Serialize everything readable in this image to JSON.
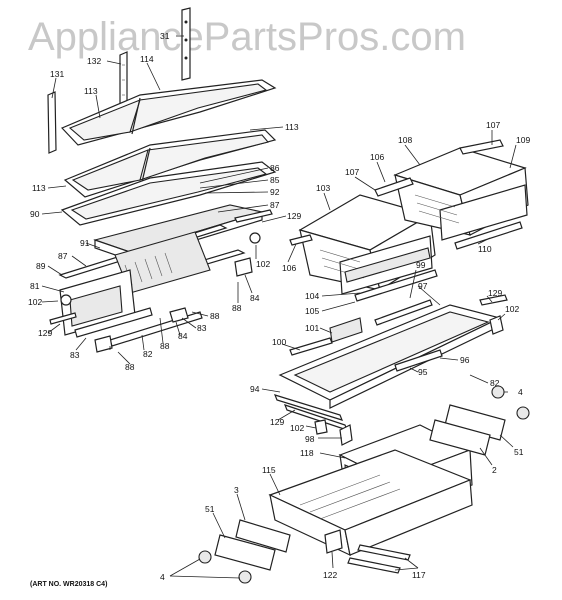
{
  "watermark": "AppliancePartsPros.com",
  "art_number": "(ART NO. WR20318 C4)",
  "labels": {
    "l31": "31",
    "l132": "132",
    "l114": "114",
    "l131": "131",
    "l113a": "113",
    "l113b": "113",
    "l113c": "113",
    "l86": "86",
    "l85": "85",
    "l92": "92",
    "l90": "90",
    "l87a": "87",
    "l87b": "87",
    "l129a": "129",
    "l91": "91",
    "l89": "89",
    "l102a": "102",
    "l81": "81",
    "l102b": "102",
    "l84a": "84",
    "l88a": "88",
    "l88b": "88",
    "l129b": "129",
    "l83a": "83",
    "l84b": "84",
    "l88c": "88",
    "l82a": "82",
    "l83b": "83",
    "l88d": "88",
    "l107a": "107",
    "l108": "108",
    "l106a": "106",
    "l107b": "107",
    "l109": "109",
    "l103": "103",
    "l106b": "106",
    "l110": "110",
    "l99": "99",
    "l97": "97",
    "l104": "104",
    "l105": "105",
    "l129c": "129",
    "l102c": "102",
    "l101": "101",
    "l100": "100",
    "l96": "96",
    "l95": "95",
    "l94": "94",
    "l82b": "82",
    "l4a": "4",
    "l129d": "129",
    "l102d": "102",
    "l98": "98",
    "l51a": "51",
    "l118": "118",
    "l2": "2",
    "l115": "115",
    "l3": "3",
    "l51b": "51",
    "l4b": "4",
    "l122": "122",
    "l117": "117"
  }
}
